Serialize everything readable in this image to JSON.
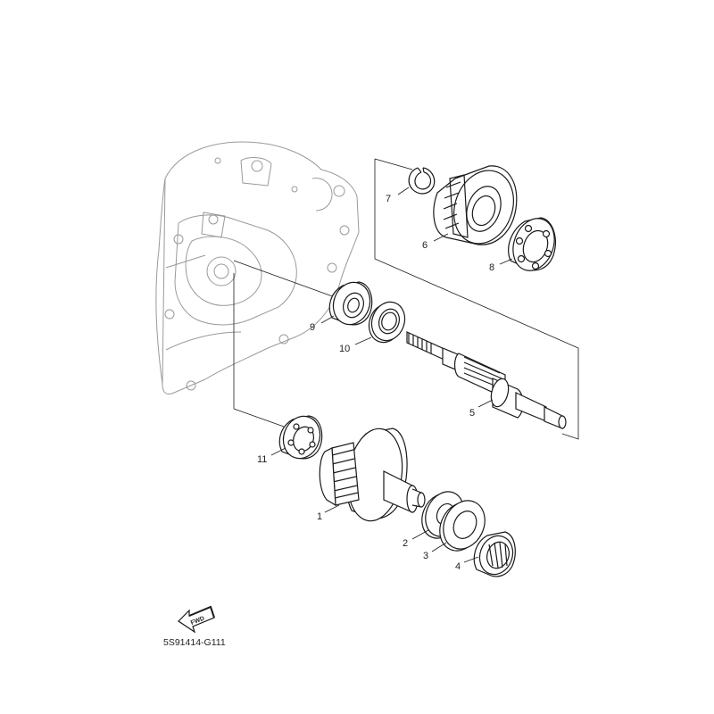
{
  "diagram": {
    "code": "5S91414-G111",
    "fwd_label": "FWD",
    "colors": {
      "line": "#1a1a1a",
      "ghost": "#9a9a9a",
      "fill": "#ffffff",
      "shade": "#d8d8d8"
    },
    "parts": [
      {
        "num": "1",
        "name": "gear"
      },
      {
        "num": "2",
        "name": "washer"
      },
      {
        "num": "3",
        "name": "washer"
      },
      {
        "num": "4",
        "name": "needle-bearing"
      },
      {
        "num": "5",
        "name": "shaft"
      },
      {
        "num": "6",
        "name": "gear"
      },
      {
        "num": "7",
        "name": "circlip"
      },
      {
        "num": "8",
        "name": "bearing"
      },
      {
        "num": "9",
        "name": "bearing"
      },
      {
        "num": "10",
        "name": "oil-seal"
      },
      {
        "num": "11",
        "name": "bearing"
      }
    ]
  }
}
